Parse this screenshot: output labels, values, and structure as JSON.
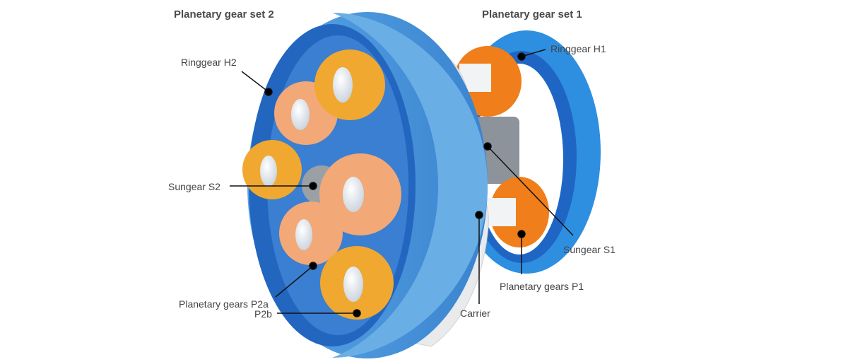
{
  "titles": {
    "set2": "Planetary gear set 2",
    "set1": "Planetary gear set 1"
  },
  "labels": {
    "ringgear_h2": "Ringgear H2",
    "ringgear_h1": "Ringgear H1",
    "sungear_s2": "Sungear S2",
    "sungear_s1": "Sungear S1",
    "planetary_p2a": "Planetary gears P2a",
    "planetary_p2b": "P2b",
    "planetary_p1": "Planetary gears P1",
    "carrier": "Carrier"
  },
  "colors": {
    "ring_blue": "#3a8fd9",
    "ring_dark": "#1f5fb0",
    "ring_light": "#6fb3ea",
    "gear_yellow": "#f0a830",
    "gear_peach": "#f3a877",
    "gear_orange": "#f07e1a",
    "sun_grey": "#9aa0a6",
    "carrier_white": "#e8e8ea",
    "hub_white": "#e6eaf0"
  }
}
